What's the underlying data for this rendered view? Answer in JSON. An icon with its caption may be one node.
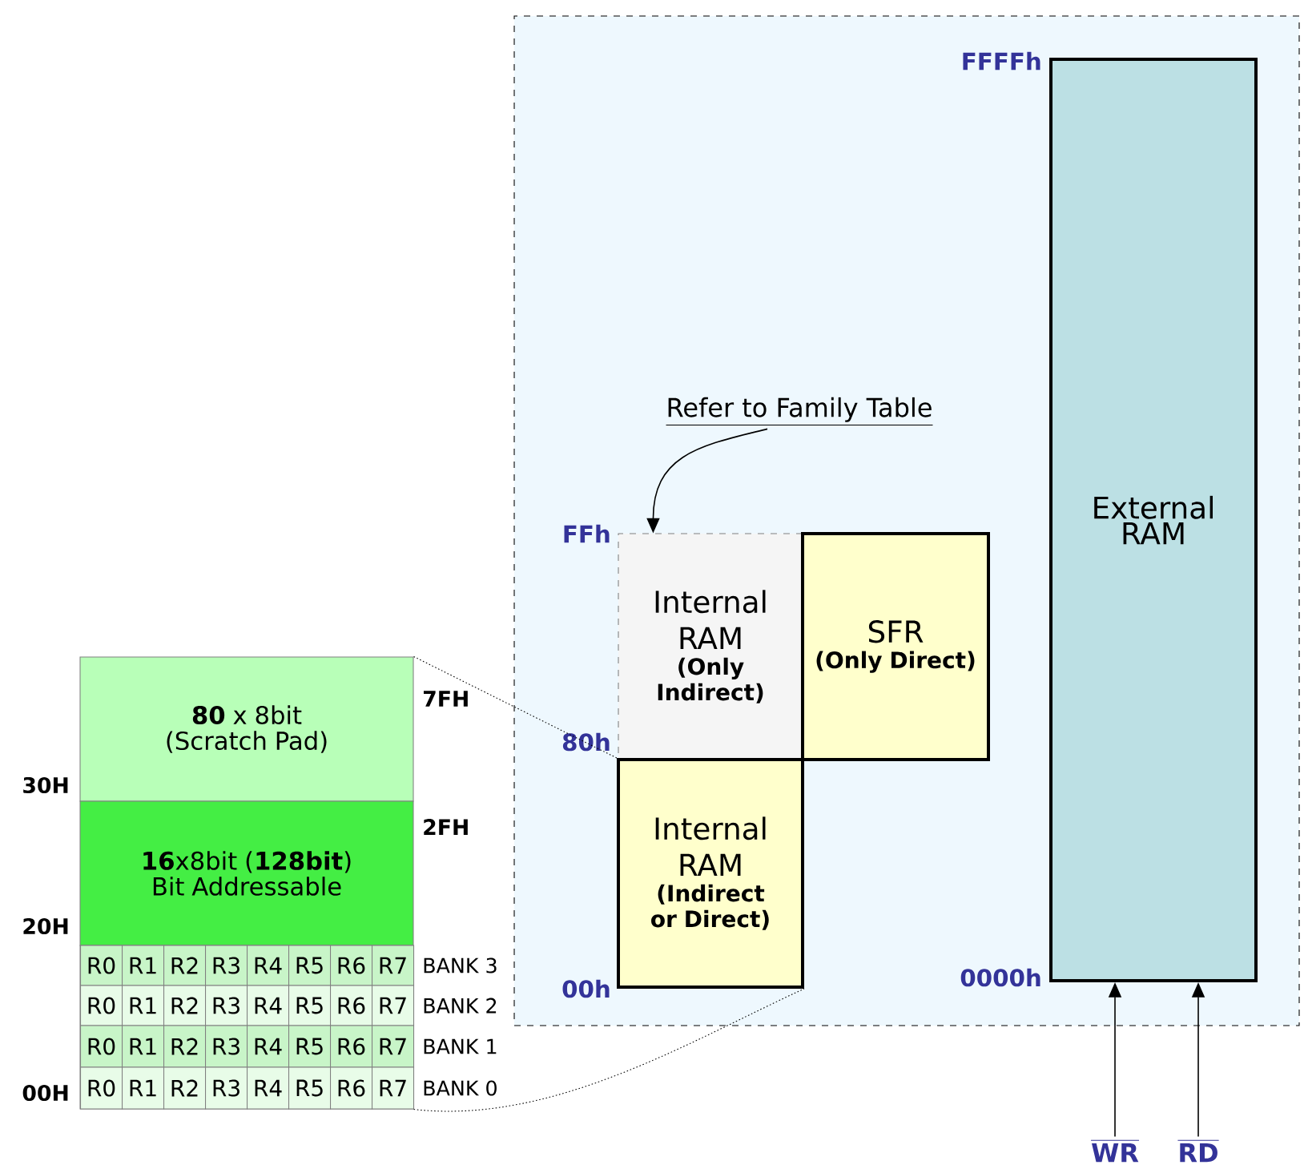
{
  "diagram": {
    "nodes": [
      {
        "text": [],
        "shape": "box"
      },
      {
        "text": [
          "Refer to Family Table"
        ],
        "in": 0
      },
      {
        "text": [
          "Internal RAM",
          "(Only Indirect)"
        ],
        "in": 0
      },
      {
        "text": [
          "SFR",
          "(Only Direct)"
        ],
        "in": 0
      },
      {
        "text": [
          "Internal RAM",
          "(Indirect or Direct)"
        ],
        "in": 0
      },
      {
        "text": [
          "External RAM"
        ],
        "in": 0
      },
      {
        "text": [
          "**80** x 8bit",
          "(Scratch Pad)"
        ]
      },
      {
        "text": [
          "**16**x8bit (**128bit**)",
          "Bit Addressable"
        ]
      },
      {
        "text": [],
        "shape": "box"
      },
      {
        "text": [
          "WR"
        ]
      },
      {
        "text": [
          "RD"
        ]
      }
    ],
    "edges": [
      {
        "from": 1,
        "to": 2,
        "arrow": "to"
      },
      {
        "from": 6,
        "to": 4,
        "arrow": "none",
        "style": "dashed"
      },
      {
        "from": 8,
        "to": 4,
        "arrow": "none",
        "style": "dashed"
      },
      {
        "from": 9,
        "to": 5,
        "arrow": "to"
      },
      {
        "from": 10,
        "to": 5,
        "arrow": "to"
      }
    ],
    "labels": [
      "FFFFh",
      "FFh",
      "7FH",
      "80h",
      "30H",
      "2FH",
      "20H",
      "R0",
      "R1",
      "R2",
      "R3",
      "R4",
      "R5",
      "R6",
      "R7",
      "BANK 3",
      "0000h",
      "00h",
      "R0",
      "R1",
      "R2",
      "R3",
      "R4",
      "R5",
      "R6",
      "R7",
      "BANK 2",
      "R0",
      "R1",
      "R2",
      "R3",
      "R4",
      "R5",
      "R6",
      "R7",
      "BANK 1",
      "00H",
      "R0",
      "R1",
      "R2",
      "R3",
      "R4",
      "R5",
      "R6",
      "R7",
      "BANK 0"
    ]
  }
}
